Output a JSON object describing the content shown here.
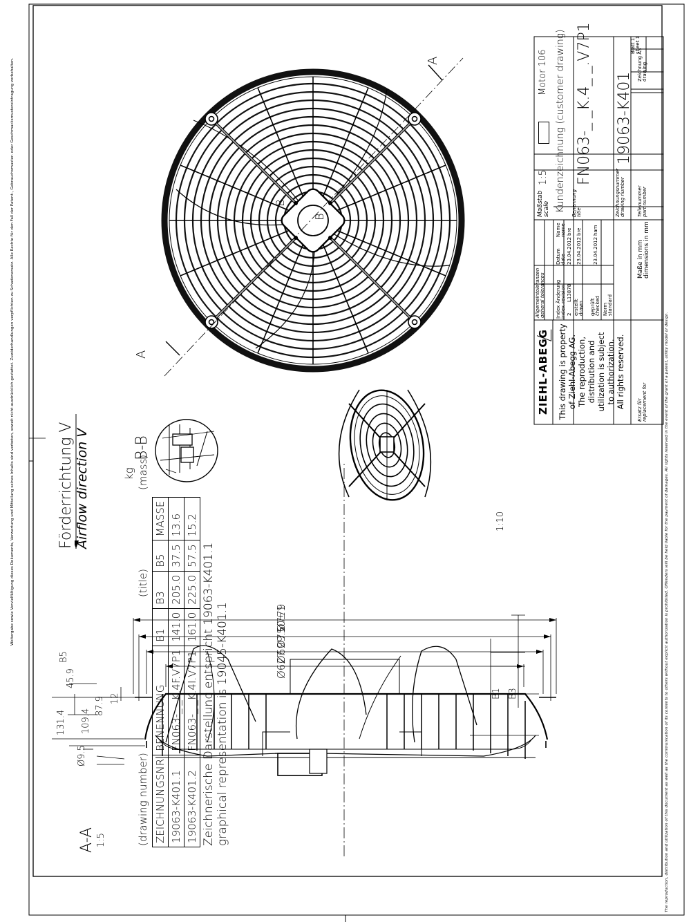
{
  "edge": {
    "top_notice": "The reproduction, distribution and utilization of this document as well as the communication of its contents to others without explicit authorization is prohibited. Offenders will be held liable for the payment of damages. All rights reserved in the event of the grant of a patent, utility model or design.",
    "bottom_notice": "Weitergabe sowie Vervielfältigung dieses Dokuments, Verwertung und Mitteilung seines Inhalts sind verboten, soweit nicht ausdrücklich gestattet. Zuwiderhandlungen verpflichten zu Schadenersatz. Alle Rechte für den Fall der Patent-, Gebrauchsmuster- oder Geschmacksmustereintragung vorbehalten."
  },
  "title_block": {
    "scale_label_de": "Maßstab",
    "scale_label_en": "scale",
    "scale_value": "1:5",
    "motor": "Motor 106",
    "drawing_type": "Kundenzeichnung (customer drawing)",
    "title_label_de": "Benennung",
    "title_label_en": "title",
    "title_value": "FN063-_ _K.4_ _.V7P1",
    "drawing_number_label_de": "Zeichnungsnummer",
    "drawing_number_label_en": "drawing number",
    "drawing_number_value": "19063-K401",
    "part_number_label_de": "Teilenummer",
    "part_number_label_en": "part number",
    "format": "Zeichnung A3",
    "format_en": "drawing",
    "sheet_de": "Blatt 1",
    "sheet_en": "sheet 1",
    "tolerances_de": "Allgemeintoleranzen",
    "tolerances_en": "general tolerances",
    "col_index": "Index",
    "col_index_en": "index",
    "col_change": "Änderung",
    "col_change_en": "revision",
    "col_date": "Datum",
    "col_date_en": "date",
    "col_name": "Name",
    "col_name_en": "name",
    "rev_index": "2",
    "rev_change": "L13878",
    "rev_date": "23.04.2012",
    "rev_name": "bre",
    "drawn_de": "erstellt",
    "drawn_en": "drawn",
    "drawn_date": "23.04.2012",
    "drawn_name": "bre",
    "checked_de": "geprüft",
    "checked_en": "checked",
    "checked_date": "23.04.2012",
    "checked_name": "ham",
    "norm_de": "Norm",
    "norm_en": "standard",
    "dims_de": "Maße in mm",
    "dims_en": "dimensions in mm",
    "replacement_de": "Ersatz für",
    "replacement_en": "replacement for",
    "logo": "ZIEHL-ABEGG",
    "property_lines": [
      "This drawing is property",
      "of Ziehl-Abegg AG.",
      "The reproduction,",
      "distribution and",
      "utilization is subject",
      "to authorization.",
      "All rights reserved."
    ]
  },
  "views": {
    "section_aa": "A-A",
    "section_aa_scale": "1:5",
    "section_bb": "B-B",
    "cut_label": "A",
    "detail_label": "B",
    "iso_scale": "1:10",
    "airflow_de": "Förderrichtung V",
    "airflow_en": "Airflow direction V"
  },
  "dimensions": {
    "d779": "Ø779",
    "d750": "Ø750±1",
    "d699": "Ø699.5",
    "d627": "Ø627",
    "d95": "Ø9.5",
    "h1314": "131.4",
    "h1094": "109.4",
    "h879": "87.9",
    "h459": "45.9",
    "h12": "12",
    "b1": "B1",
    "b3": "B3",
    "b5": "B5"
  },
  "variant_table": {
    "top_left": "(drawing number)",
    "top_mid": "(title)",
    "top_right_unit": "kg",
    "top_right": "(mass)",
    "headers": [
      "ZEICHNUNGSNR",
      "BENENNUNG",
      "B1",
      "B3",
      "B5",
      "MASSE"
    ],
    "rows": [
      [
        "19063-K401.1",
        "FN063-_ _K.4F.V7P1",
        "141.0",
        "205.0",
        "37.5",
        "13.6"
      ],
      [
        "19063-K401.2",
        "FN063-_ _K.4I.V7P1",
        "161.0",
        "225.0",
        "57.5",
        "15.2"
      ]
    ],
    "note_de": "Zeichnerische Darstellung entspricht 19063-K401.1",
    "note_en": "graphical representation is 19045-K401.1"
  }
}
